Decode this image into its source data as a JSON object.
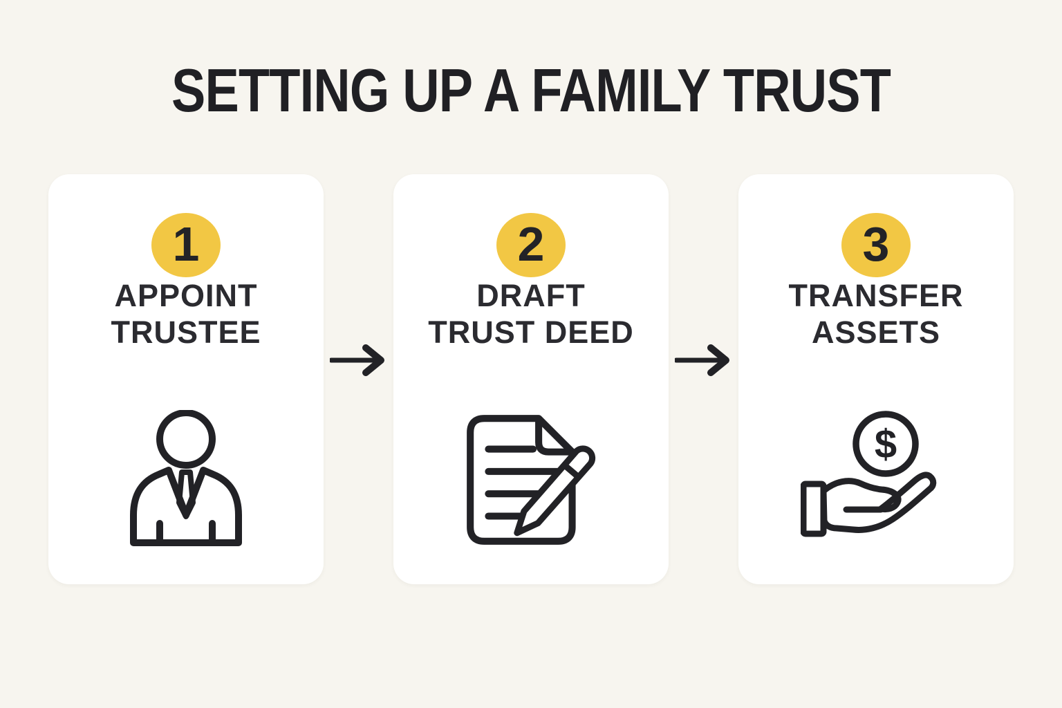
{
  "page": {
    "title": "SETTING UP A FAMILY TRUST",
    "background_color": "#F7F5EF",
    "card_color": "#FFFFFF",
    "accent_color": "#F2C744",
    "ink_color": "#26262B"
  },
  "steps": [
    {
      "number": "1",
      "label_line1": "APPOINT",
      "label_line2": "TRUSTEE",
      "icon": "trustee-person-icon"
    },
    {
      "number": "2",
      "label_line1": "DRAFT",
      "label_line2": "TRUST DEED",
      "icon": "trust-deed-document-icon"
    },
    {
      "number": "3",
      "label_line1": "TRANSFER",
      "label_line2": "ASSETS",
      "icon": "money-hand-icon"
    }
  ],
  "icons": {
    "coin_symbol": "$"
  }
}
